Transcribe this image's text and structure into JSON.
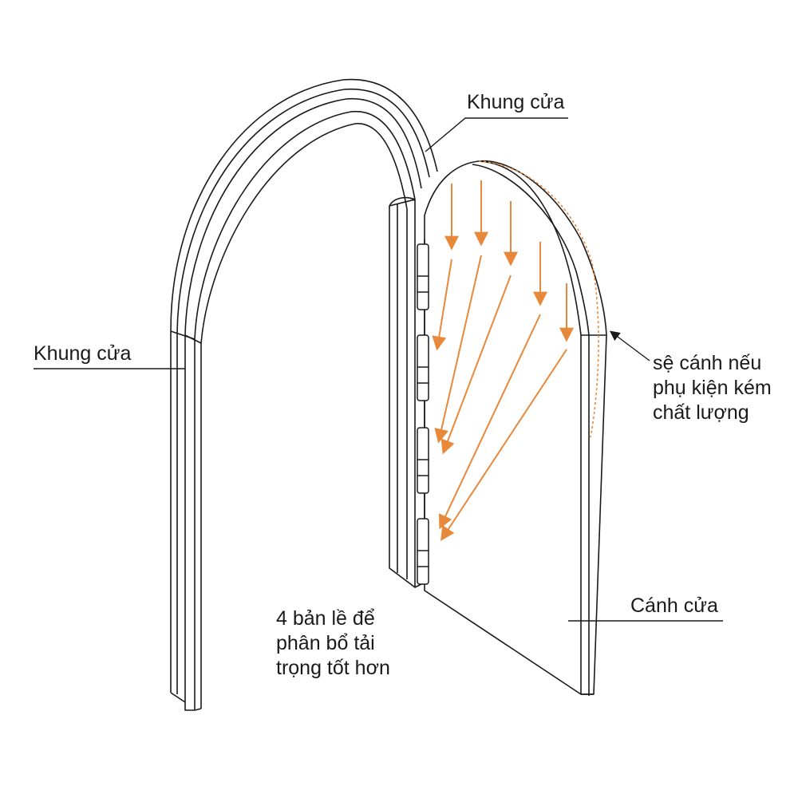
{
  "labels": {
    "frame_top": "Khung cửa",
    "frame_left": "Khung cửa",
    "sag_lines": [
      "sệ cánh nếu",
      "phụ kiện kém",
      "chất lượng"
    ],
    "hinges_lines": [
      "4 bản lề để",
      "phân bổ tải",
      "trọng tốt hơn"
    ],
    "door_leaf": "Cánh cửa"
  },
  "colors": {
    "line": "#1a1a1a",
    "load_arrow": "#e8883a"
  },
  "hinge_count": 4
}
